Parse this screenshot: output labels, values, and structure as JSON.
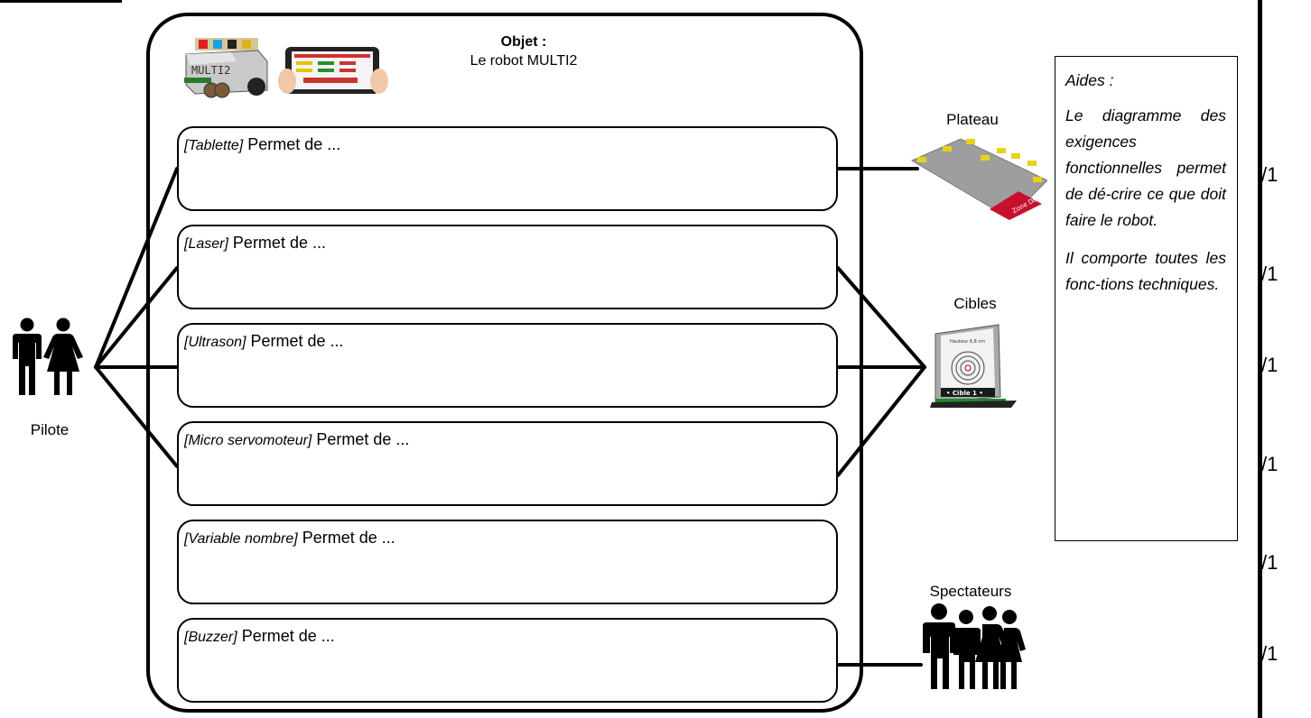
{
  "object": {
    "title": "Objet :",
    "name": "Le robot MULTI2"
  },
  "functions": [
    {
      "tag": "[Tablette]",
      "text": " Permet de ..."
    },
    {
      "tag": "[Laser]",
      "text": " Permet de ..."
    },
    {
      "tag": "[Ultrason]",
      "text": " Permet de ..."
    },
    {
      "tag": "[Micro servomoteur]",
      "text": " Permet de ..."
    },
    {
      "tag": "[Variable nombre]",
      "text": " Permet de ..."
    },
    {
      "tag": "[Buzzer]",
      "text": " Permet de ..."
    }
  ],
  "actors": {
    "pilot": "Pilote",
    "board": "Plateau",
    "targets": "Cibles",
    "spectators": "Spectateurs"
  },
  "board_image_text": "Zone Départ",
  "target_image_text": "• Cible 1 •",
  "aides": {
    "title": "Aides :",
    "p1": "Le diagramme des exigences fonctionnelles permet de dé-crire ce que doit faire le robot.",
    "p2": "Il comporte toutes les fonc-tions techniques."
  },
  "scores": [
    "/1",
    "/1",
    "/1",
    "/1",
    "/1",
    "/1"
  ],
  "colors": {
    "board_grey": "#9e9e9e",
    "start_zone_red": "#c8102e",
    "marker_yellow": "#e8d11a",
    "target_green": "#1d8a2a"
  }
}
